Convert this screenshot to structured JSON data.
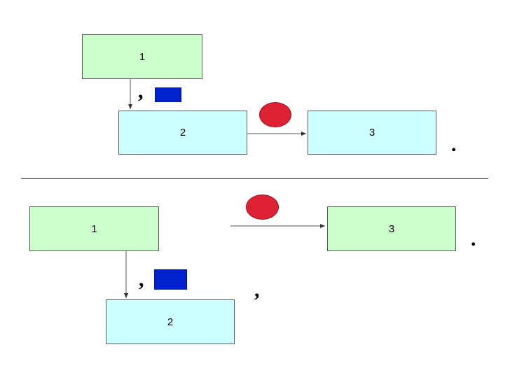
{
  "top_diagram": {
    "box1": "1",
    "box2": "2",
    "box3": "3",
    "comma_left": ",",
    "period_end": "."
  },
  "bottom_diagram": {
    "box1": "1",
    "box2": "2",
    "box3": "3",
    "comma_left": ",",
    "comma_mid": ",",
    "period_end": "."
  },
  "colors": {
    "green_box": "#ccffcc",
    "cyan_box": "#ccffff",
    "blue_marker": "#0022cc",
    "red_marker": "#dd2233"
  }
}
